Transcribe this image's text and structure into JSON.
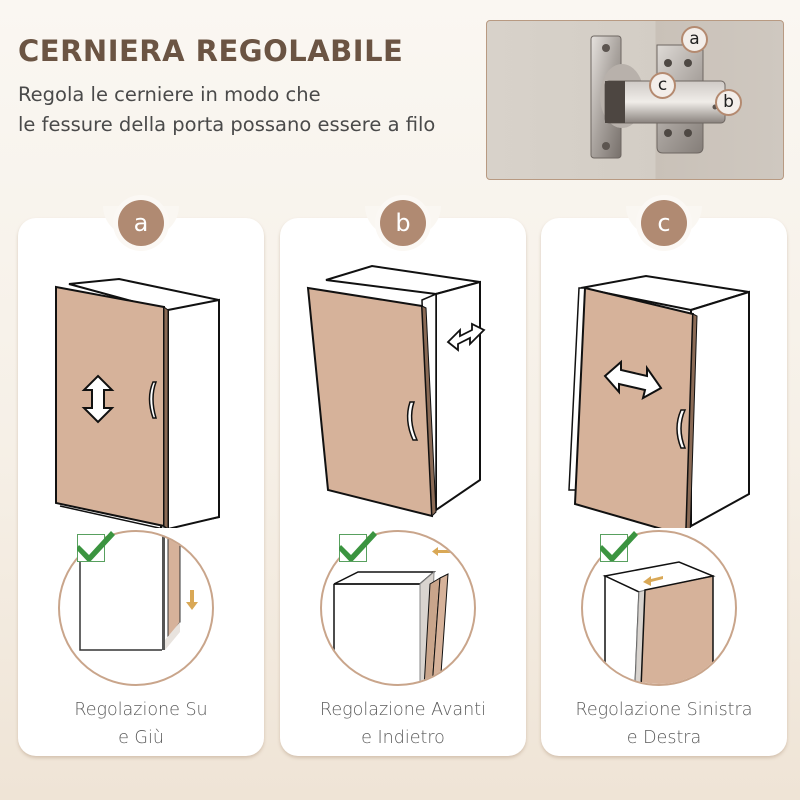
{
  "header": {
    "title": "CERNIERA REGOLABILE",
    "subtitle_line1": "Regola le cerniere in modo che",
    "subtitle_line2": "le fessure della porta possano essere a filo"
  },
  "hinge_photo": {
    "labels": [
      "a",
      "c",
      "b"
    ]
  },
  "cards": [
    {
      "badge": "a",
      "caption_line1": "Regolazione Su",
      "caption_line2": "e Giù",
      "arrow": "vertical-double-arrow"
    },
    {
      "badge": "b",
      "caption_line1": "Regolazione Avanti",
      "caption_line2": "e Indietro",
      "arrow": "diagonal-double-arrow"
    },
    {
      "badge": "c",
      "caption_line1": "Regolazione Sinistra",
      "caption_line2": "e Destra",
      "arrow": "horizontal-double-arrow"
    }
  ],
  "colors": {
    "title": "#6b5443",
    "badge": "#b08a72",
    "door": "#d6b29a",
    "check": "#3b9440",
    "accent_arrow": "#d9a856"
  }
}
